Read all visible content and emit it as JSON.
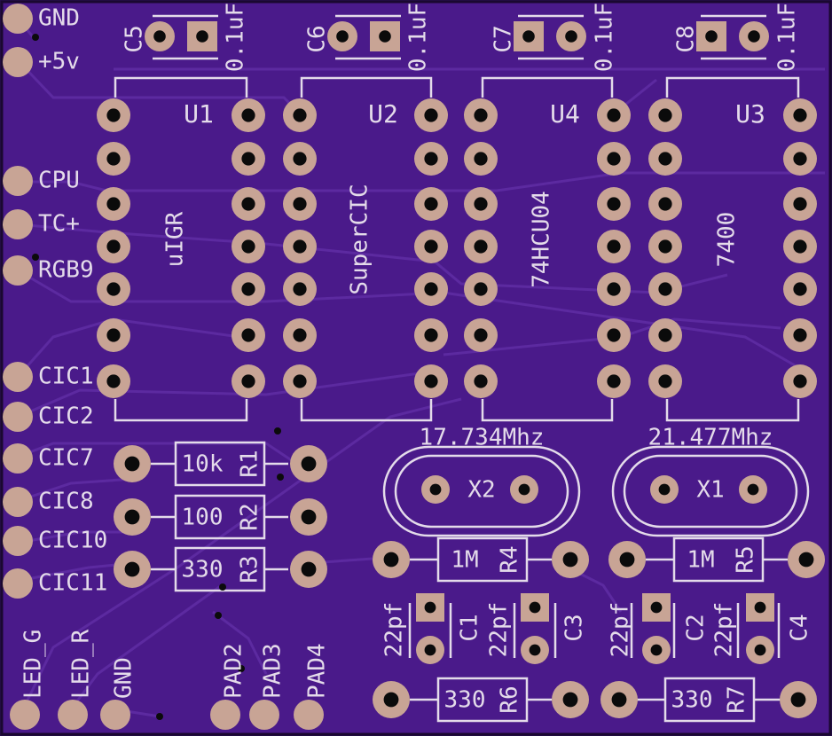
{
  "colors": {
    "board": "#4a1a8a",
    "trace": "#5c2aa0",
    "pad": "#c8a495",
    "hole": "#0b0b0b",
    "silk": "#e4dbea"
  },
  "edge_pins": [
    {
      "id": "gnd",
      "label": "GND"
    },
    {
      "id": "vcc",
      "label": "+5v"
    },
    {
      "id": "cpu",
      "label": "CPU"
    },
    {
      "id": "tc",
      "label": "TC+"
    },
    {
      "id": "rgb9",
      "label": "RGB9"
    },
    {
      "id": "cic1",
      "label": "CIC1"
    },
    {
      "id": "cic2",
      "label": "CIC2"
    },
    {
      "id": "cic7",
      "label": "CIC7"
    },
    {
      "id": "cic8",
      "label": "CIC8"
    },
    {
      "id": "cic10",
      "label": "CIC10"
    },
    {
      "id": "cic11",
      "label": "CIC11"
    }
  ],
  "bottom_pins": [
    {
      "id": "led-g",
      "label": "LED_G"
    },
    {
      "id": "led-r",
      "label": "LED_R"
    },
    {
      "id": "gnd2",
      "label": "GND"
    },
    {
      "id": "pad2",
      "label": "PAD2"
    },
    {
      "id": "pad3",
      "label": "PAD3"
    },
    {
      "id": "pad4",
      "label": "PAD4"
    }
  ],
  "ics": [
    {
      "id": "u1",
      "ref": "U1",
      "value": "uIGR"
    },
    {
      "id": "u2",
      "ref": "U2",
      "value": "SuperCIC"
    },
    {
      "id": "u4",
      "ref": "U4",
      "value": "74HCU04"
    },
    {
      "id": "u3",
      "ref": "U3",
      "value": "7400"
    }
  ],
  "decoupling_caps": [
    {
      "id": "c5",
      "ref": "C5",
      "value": "0.1uF"
    },
    {
      "id": "c6",
      "ref": "C6",
      "value": "0.1uF"
    },
    {
      "id": "c7",
      "ref": "C7",
      "value": "0.1uF"
    },
    {
      "id": "c8",
      "ref": "C8",
      "value": "0.1uF"
    }
  ],
  "resistors_left": [
    {
      "id": "r1",
      "ref": "R1",
      "value": "10k"
    },
    {
      "id": "r2",
      "ref": "R2",
      "value": "100"
    },
    {
      "id": "r3",
      "ref": "R3",
      "value": "330"
    }
  ],
  "crystals": [
    {
      "id": "x2",
      "ref": "X2",
      "value": "17.734Mhz"
    },
    {
      "id": "x1",
      "ref": "X1",
      "value": "21.477Mhz"
    }
  ],
  "resistors_right": [
    {
      "id": "r4",
      "ref": "R4",
      "value": "1M"
    },
    {
      "id": "r5",
      "ref": "R5",
      "value": "1M"
    },
    {
      "id": "r6",
      "ref": "R6",
      "value": "330"
    },
    {
      "id": "r7",
      "ref": "R7",
      "value": "330"
    }
  ],
  "load_caps": [
    {
      "id": "c1",
      "ref": "C1",
      "value": "22pf"
    },
    {
      "id": "c3",
      "ref": "C3",
      "value": "22pf"
    },
    {
      "id": "c2",
      "ref": "C2",
      "value": "22pf"
    },
    {
      "id": "c4",
      "ref": "C4",
      "value": "22pf"
    }
  ]
}
